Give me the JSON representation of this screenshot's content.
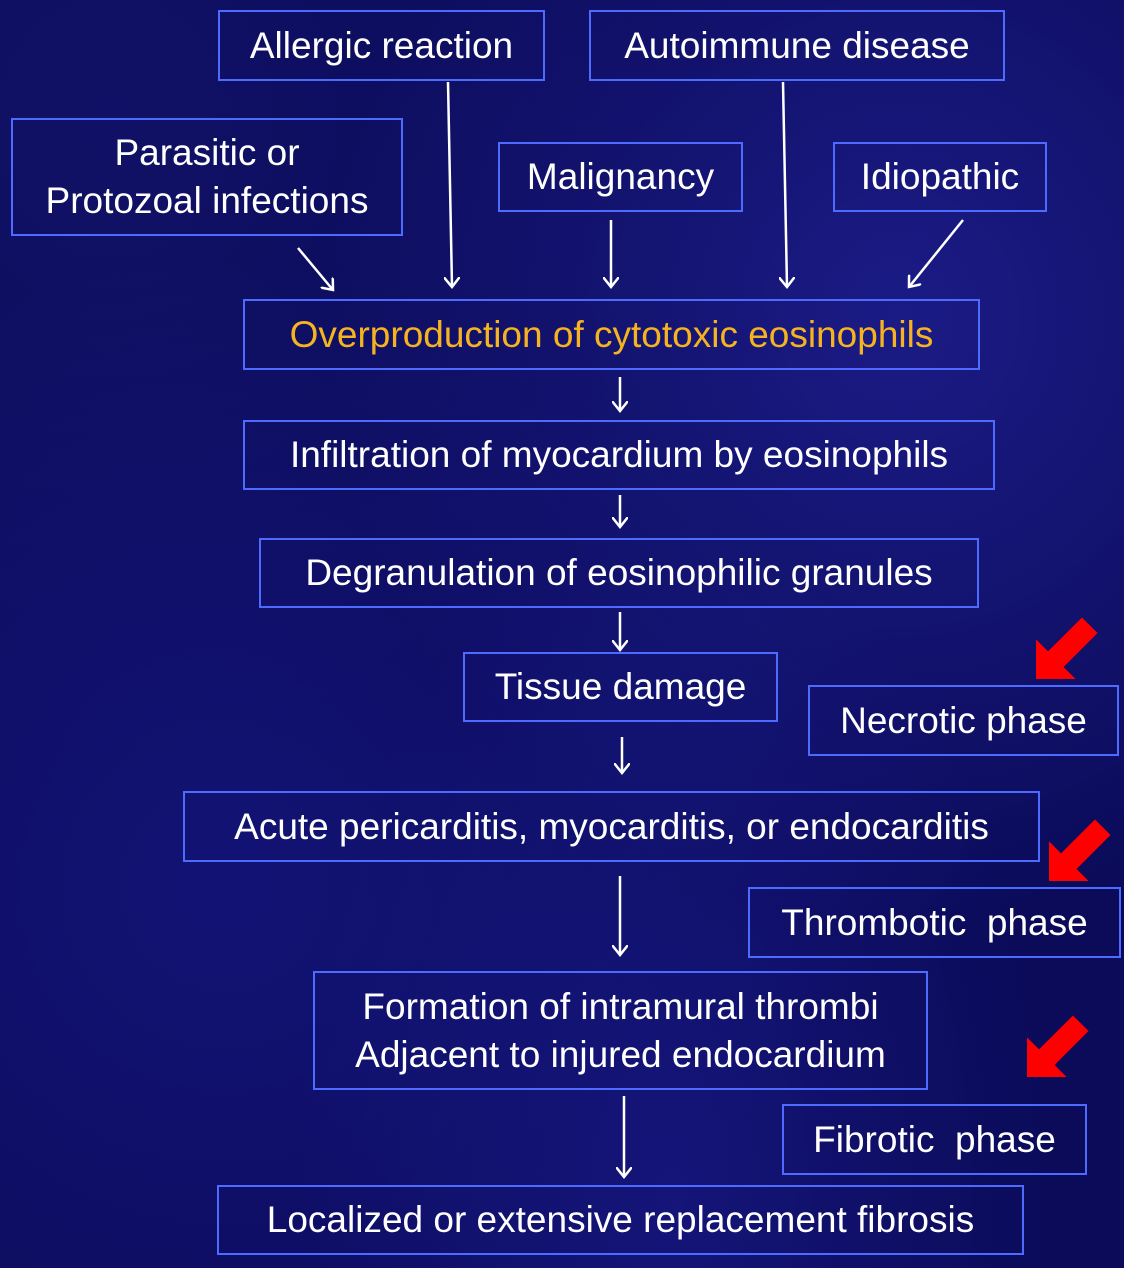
{
  "colors": {
    "background": "#0b0b5a",
    "box_border": "#4d6bff",
    "text": "#ffffff",
    "highlight_text": "#f5b321",
    "phase_arrow": "#ff0000",
    "flow_arrow": "#ffffff"
  },
  "causes": {
    "allergic": "Allergic reaction",
    "autoimmune": "Autoimmune disease",
    "parasitic_line1": "Parasitic or",
    "parasitic_line2": "Protozoal infections",
    "malignancy": "Malignancy",
    "idiopathic": "Idiopathic"
  },
  "flow": {
    "overproduction": "Overproduction of cytotoxic eosinophils",
    "infiltration": "Infiltration of myocardium by eosinophils",
    "degranulation": "Degranulation of eosinophilic granules",
    "tissue_damage": "Tissue damage",
    "acute": "Acute pericarditis, myocarditis, or endocarditis",
    "thrombi_line1": "Formation of intramural thrombi",
    "thrombi_line2": "Adjacent to injured endocardium",
    "fibrosis": "Localized or extensive replacement fibrosis"
  },
  "phases": {
    "necrotic": "Necrotic phase",
    "thrombotic": "Thrombotic  phase",
    "fibrotic": "Fibrotic  phase"
  }
}
